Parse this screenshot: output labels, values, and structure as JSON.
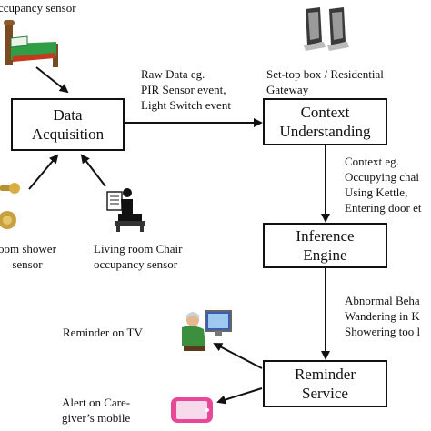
{
  "boxes": {
    "acquisition": {
      "line1": "Data",
      "line2": "Acquisition"
    },
    "context": {
      "line1": "Context",
      "line2": "Understanding"
    },
    "inference": {
      "line1": "Inference",
      "line2": "Engine"
    },
    "reminder": {
      "line1": "Reminder",
      "line2": "Service"
    }
  },
  "labels": {
    "occupancy_sensor": "ccupancy sensor",
    "raw_data": [
      "Raw Data eg.",
      "PIR Sensor event,",
      "Light Switch event"
    ],
    "settop": [
      "Set-top box / Residential",
      "Gateway"
    ],
    "context_eg": [
      "Context eg.",
      "Occupying chai",
      "Using Kettle,",
      "Entering door et"
    ],
    "shower": [
      "oom shower",
      "sensor"
    ],
    "living_room": [
      "Living room Chair",
      "occupancy sensor"
    ],
    "abnormal": [
      "Abnormal Beha",
      "Wandering in K",
      "Showering too l"
    ],
    "reminder_tv": "Reminder on TV",
    "alert_mobile": [
      "Alert on Care-",
      "giver’s mobile"
    ]
  },
  "icons": [
    "bed-icon",
    "settop-box-icon",
    "shower-valve-icon",
    "person-chair-icon",
    "person-tv-icon",
    "mobile-phone-icon"
  ]
}
